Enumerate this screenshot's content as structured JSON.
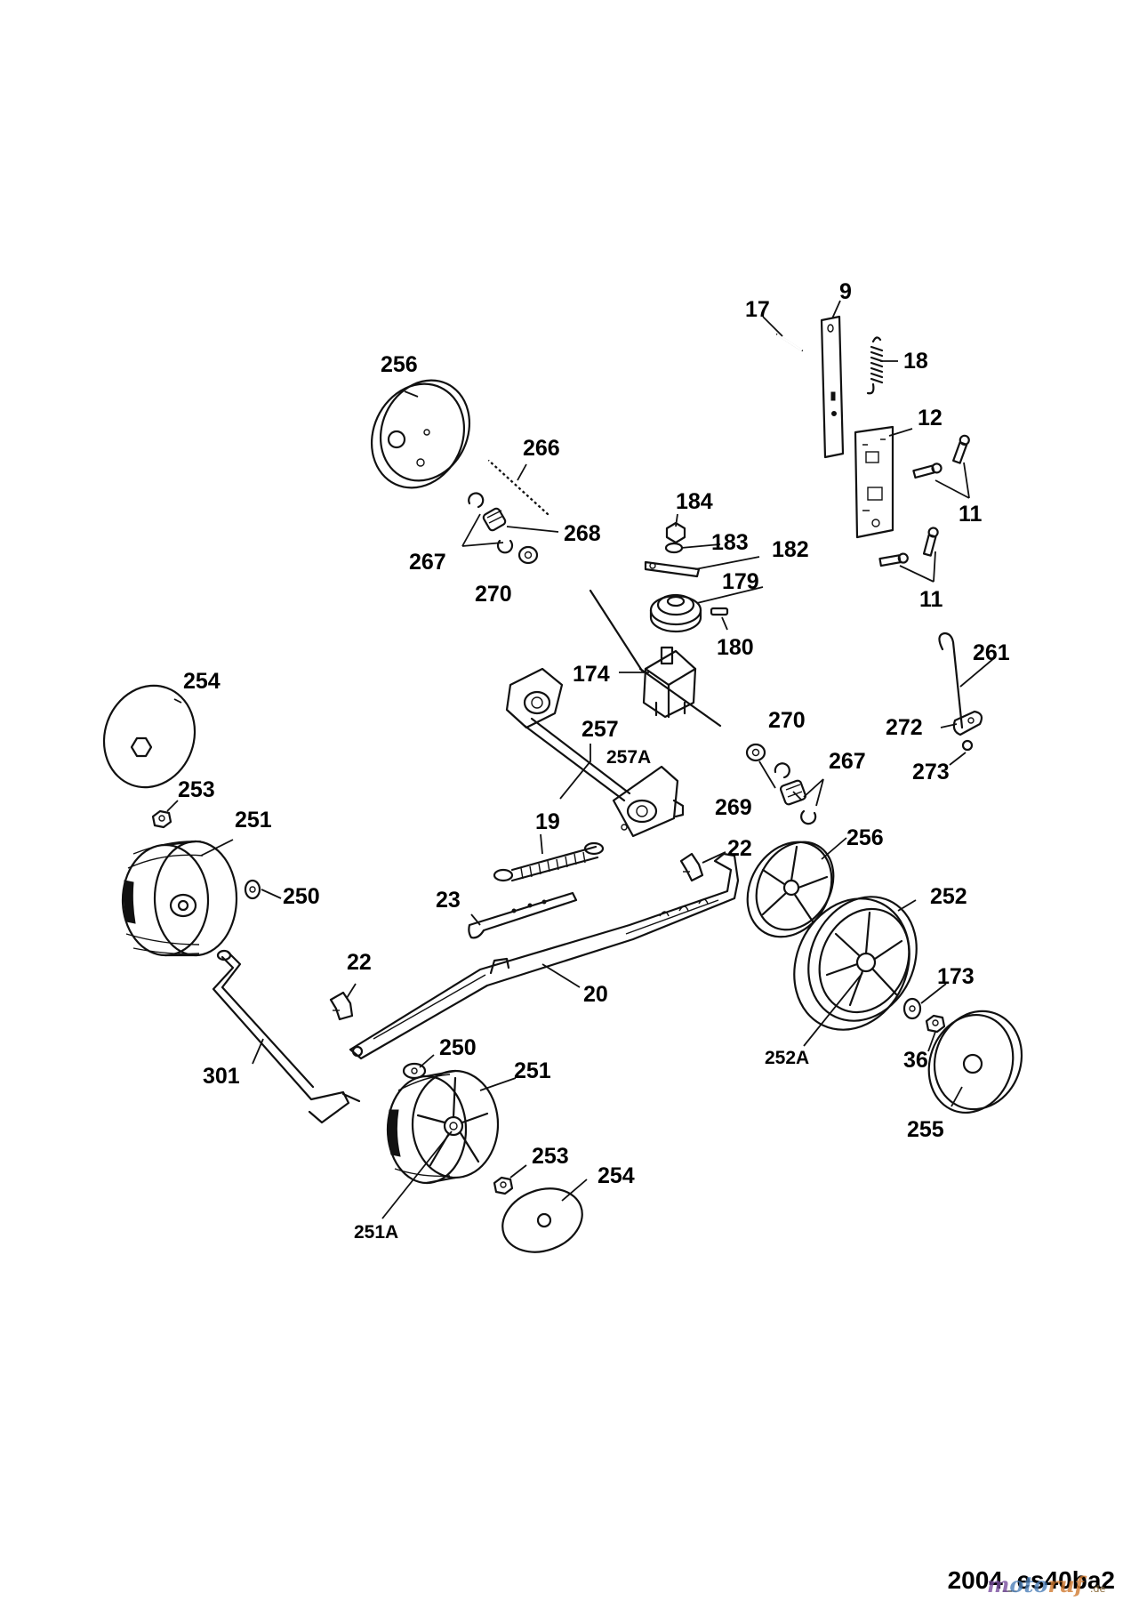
{
  "diagram_code": "2004_es40ba2",
  "watermark": {
    "text": "motoruf",
    "suffix": ".de",
    "colors": {
      "m": "#7a4ea0",
      "oto": "#4c7fb8",
      "ruf": "#d07a30"
    }
  },
  "labels": [
    "9",
    "17",
    "18",
    "12",
    "11",
    "11",
    "256",
    "266",
    "268",
    "267",
    "270",
    "184",
    "183",
    "182",
    "179",
    "180",
    "174",
    "261",
    "272",
    "273",
    "254",
    "253",
    "251",
    "250",
    "257",
    "257A",
    "19",
    "270",
    "267",
    "269",
    "22",
    "256",
    "252",
    "23",
    "22",
    "20",
    "173",
    "36",
    "252A",
    "255",
    "301",
    "250",
    "251",
    "253",
    "254",
    "251A"
  ]
}
